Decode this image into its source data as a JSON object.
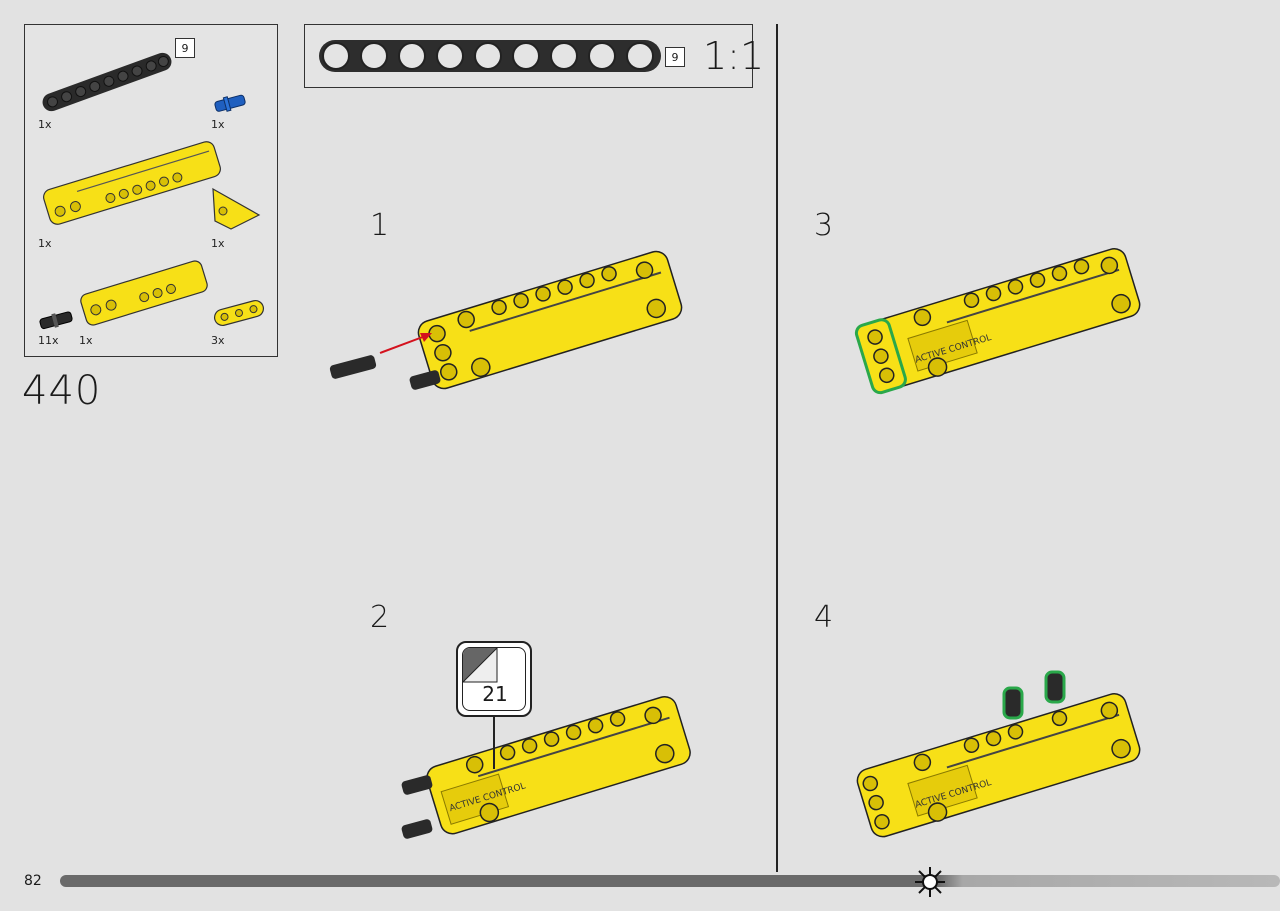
{
  "parts_list": {
    "items": [
      {
        "name": "black-liftarm-9",
        "qty": "1x",
        "box": "9"
      },
      {
        "name": "blue-axle-pin",
        "qty": "1x"
      },
      {
        "name": "yellow-panel-long",
        "qty": "1x"
      },
      {
        "name": "yellow-panel-triangle",
        "qty": "1x"
      },
      {
        "name": "black-friction-pin",
        "qty": "11x"
      },
      {
        "name": "yellow-panel-short",
        "qty": "1x"
      },
      {
        "name": "yellow-liftarm-3",
        "qty": "3x"
      }
    ]
  },
  "build_step": "440",
  "scale_reference": {
    "box": "9",
    "ratio": "1:1"
  },
  "sub_steps": [
    {
      "number": "1"
    },
    {
      "number": "2",
      "sticker": "21"
    },
    {
      "number": "3"
    },
    {
      "number": "4"
    }
  ],
  "page_number": "82",
  "colors": {
    "background": "#e2e2e2",
    "yellow": "#f7e017",
    "yellow_shade": "#d8bf06",
    "black_part": "#2a2a2a",
    "blue_part": "#1f5fbf",
    "arrow": "#d4121e",
    "highlight": "#2aa84a"
  },
  "texts": {
    "sticker_text": "ACTIVE CONTROL"
  }
}
